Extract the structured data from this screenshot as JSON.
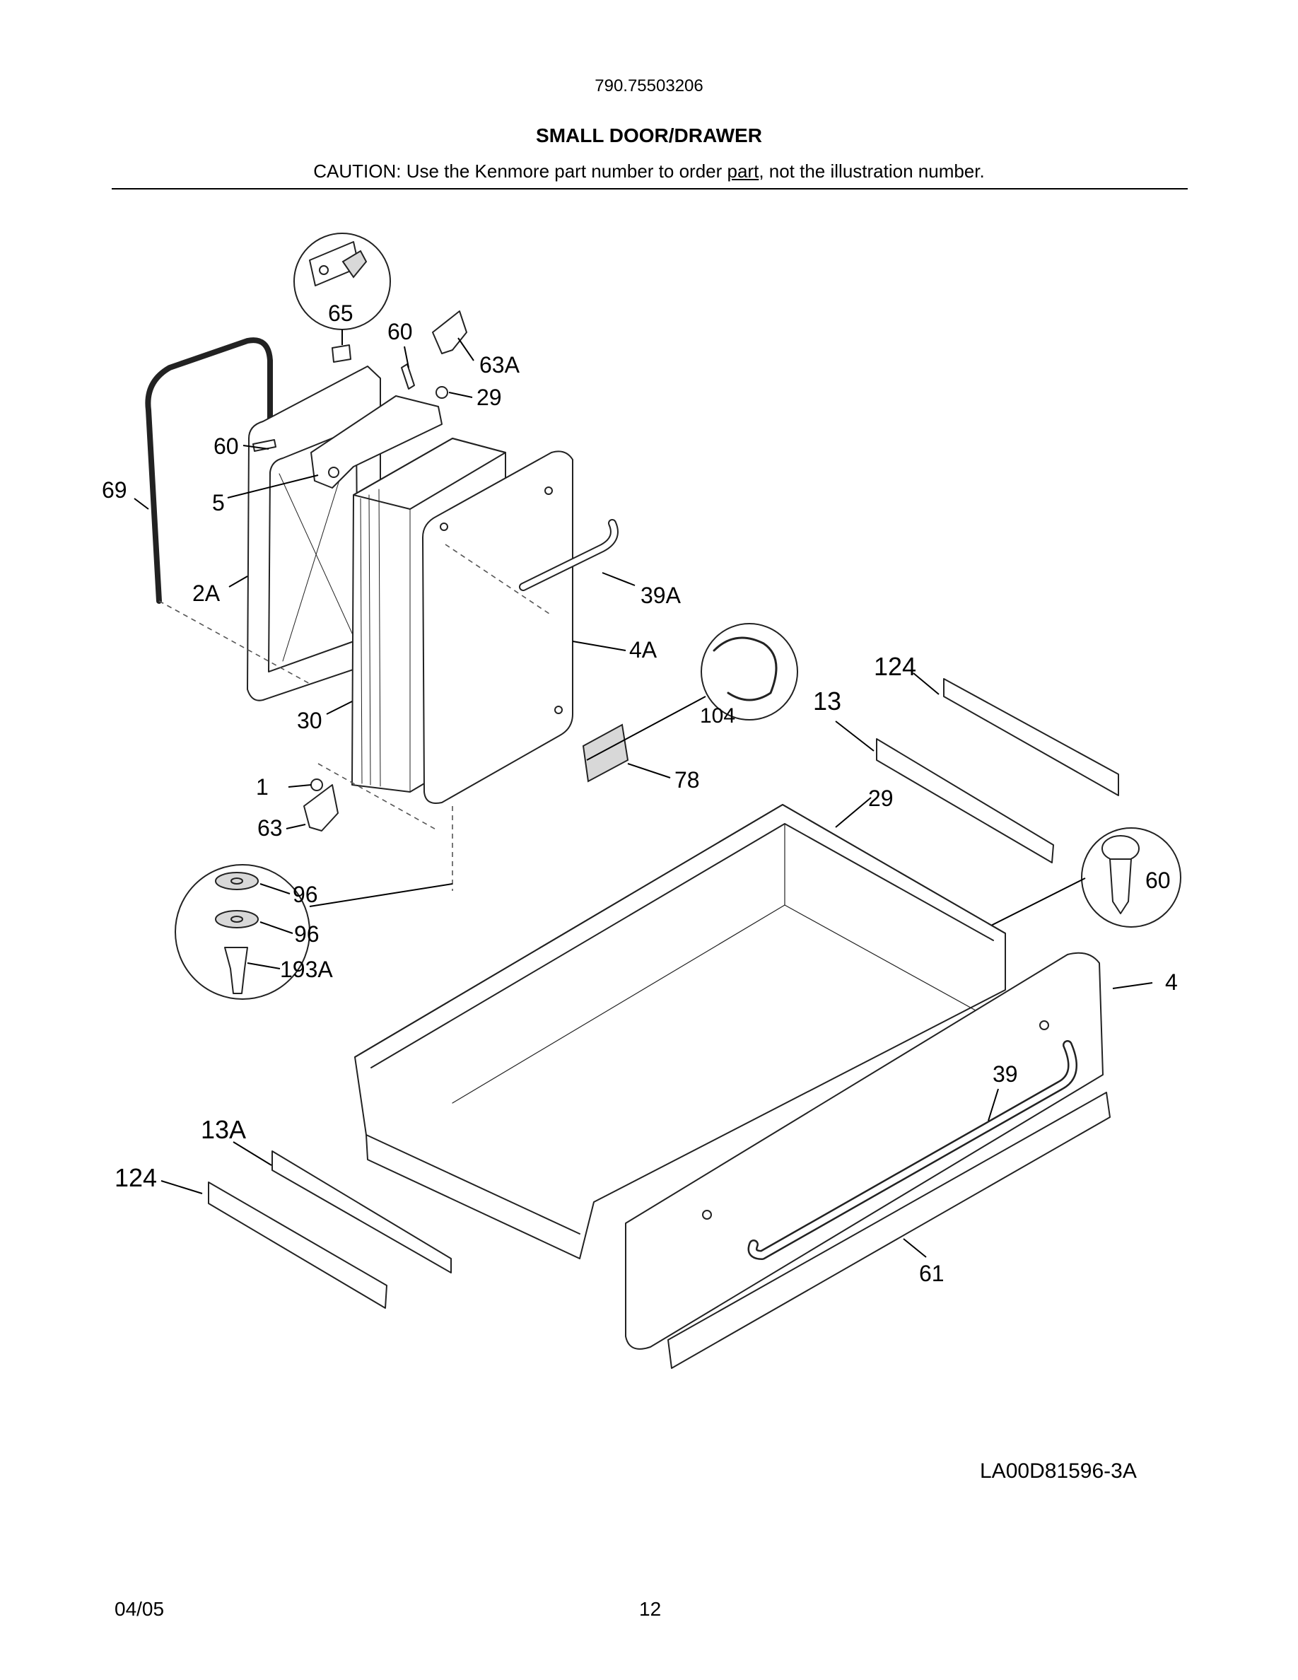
{
  "header": {
    "model_number": "790.75503206",
    "title": "SMALL DOOR/DRAWER",
    "caution_before": "CAUTION: Use the Kenmore part number to order ",
    "caution_underlined": "part",
    "caution_after": ", not the illustration number."
  },
  "diagram": {
    "callouts": [
      "65",
      "60",
      "63A",
      "29",
      "60",
      "69",
      "5",
      "2A",
      "39A",
      "4A",
      "30",
      "104",
      "124",
      "13",
      "78",
      "29",
      "1",
      "63",
      "96",
      "96",
      "193A",
      "60",
      "4",
      "39",
      "13A",
      "124",
      "61"
    ],
    "drawing_code": "LA00D81596-3A"
  },
  "footer": {
    "date": "04/05",
    "page_number": "12"
  }
}
